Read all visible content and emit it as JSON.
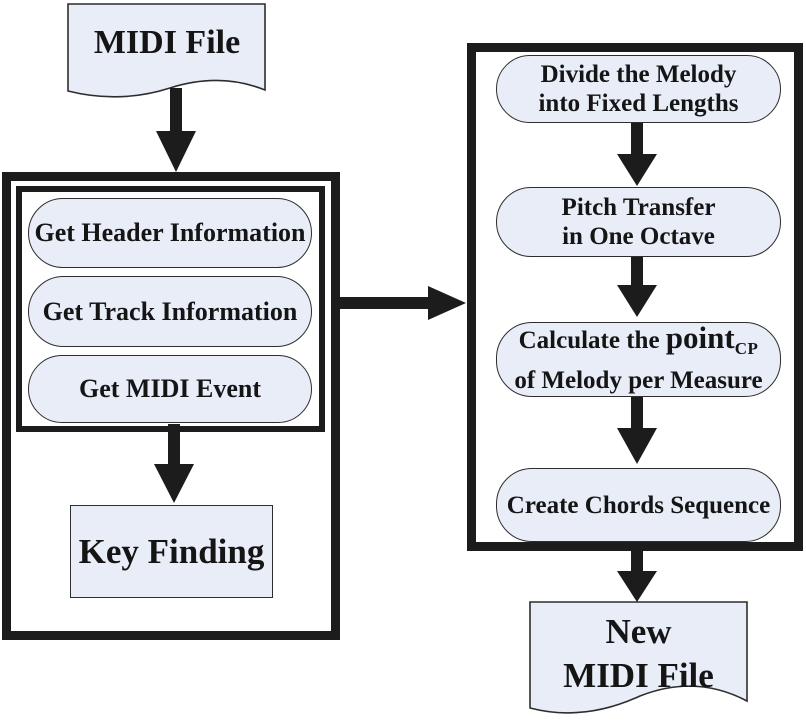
{
  "colors": {
    "background": "#FFFFFF",
    "shape_fill": "#E8EDF8",
    "shape_stroke": "#2D2D2D",
    "line": "#1C1C1C",
    "text": "#151515"
  },
  "nodes": {
    "midi_file": {
      "label": "MIDI File"
    },
    "get_header": {
      "label": "Get Header Information"
    },
    "get_track": {
      "label": "Get Track Information"
    },
    "get_midi_event": {
      "label": "Get MIDI Event"
    },
    "key_finding": {
      "label": "Key Finding"
    },
    "divide_melody": {
      "line1": "Divide the Melody",
      "line2": "into Fixed Lengths"
    },
    "pitch_transfer": {
      "line1": "Pitch Transfer",
      "line2": "in One Octave"
    },
    "calculate_point": {
      "line1_prefix": "Calculate the ",
      "emphasis": "point",
      "subscript": "CP",
      "line2": "of Melody per Measure"
    },
    "create_chords": {
      "label": "Create Chords Sequence"
    },
    "new_midi_file": {
      "line1": "New",
      "line2": "MIDI File"
    }
  }
}
